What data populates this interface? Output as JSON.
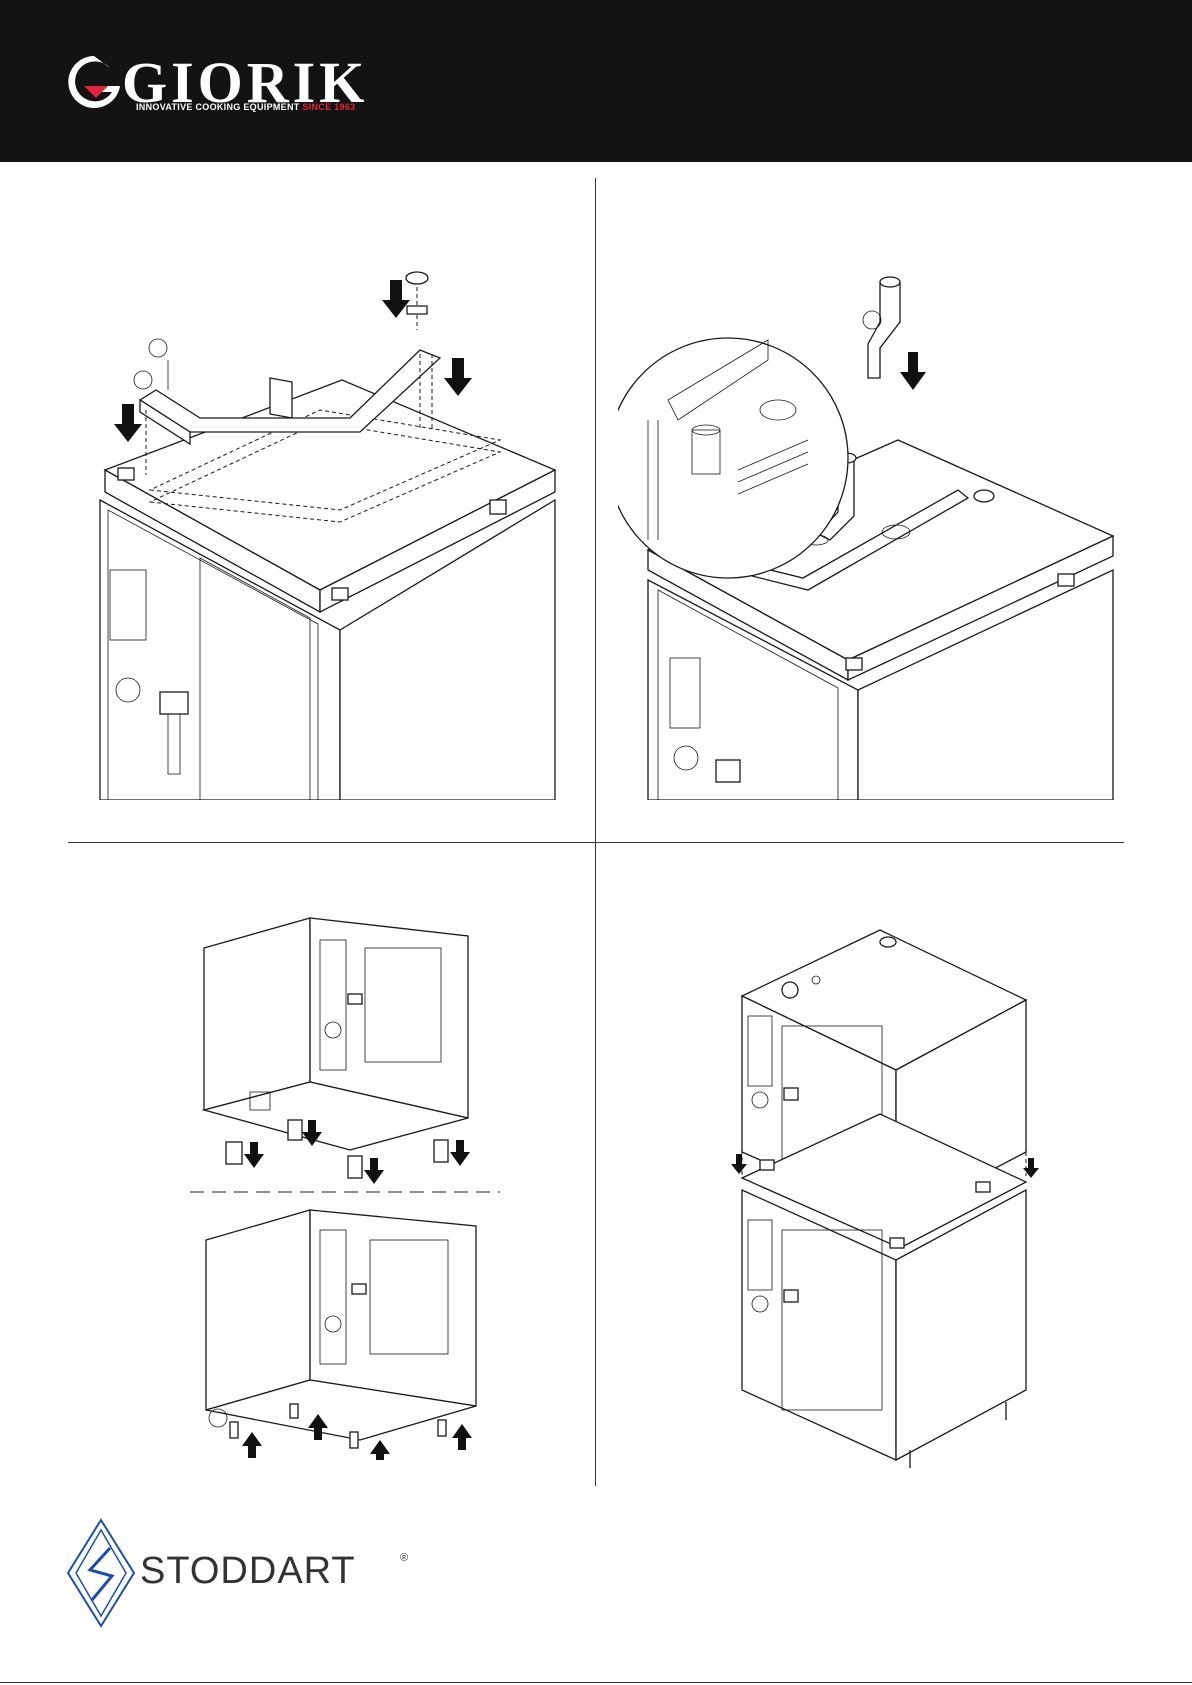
{
  "header": {
    "brand": "GIORIK",
    "tagline": "INNOVATIVE COOKING EQUIPMENT",
    "since": "SINCE 1963"
  },
  "footer": {
    "brand": "STODDART",
    "registered_mark": "®"
  },
  "colors": {
    "header_bg": "#131313",
    "accent_red": "#e0263e",
    "footer_blue": "#1e4fa8"
  }
}
